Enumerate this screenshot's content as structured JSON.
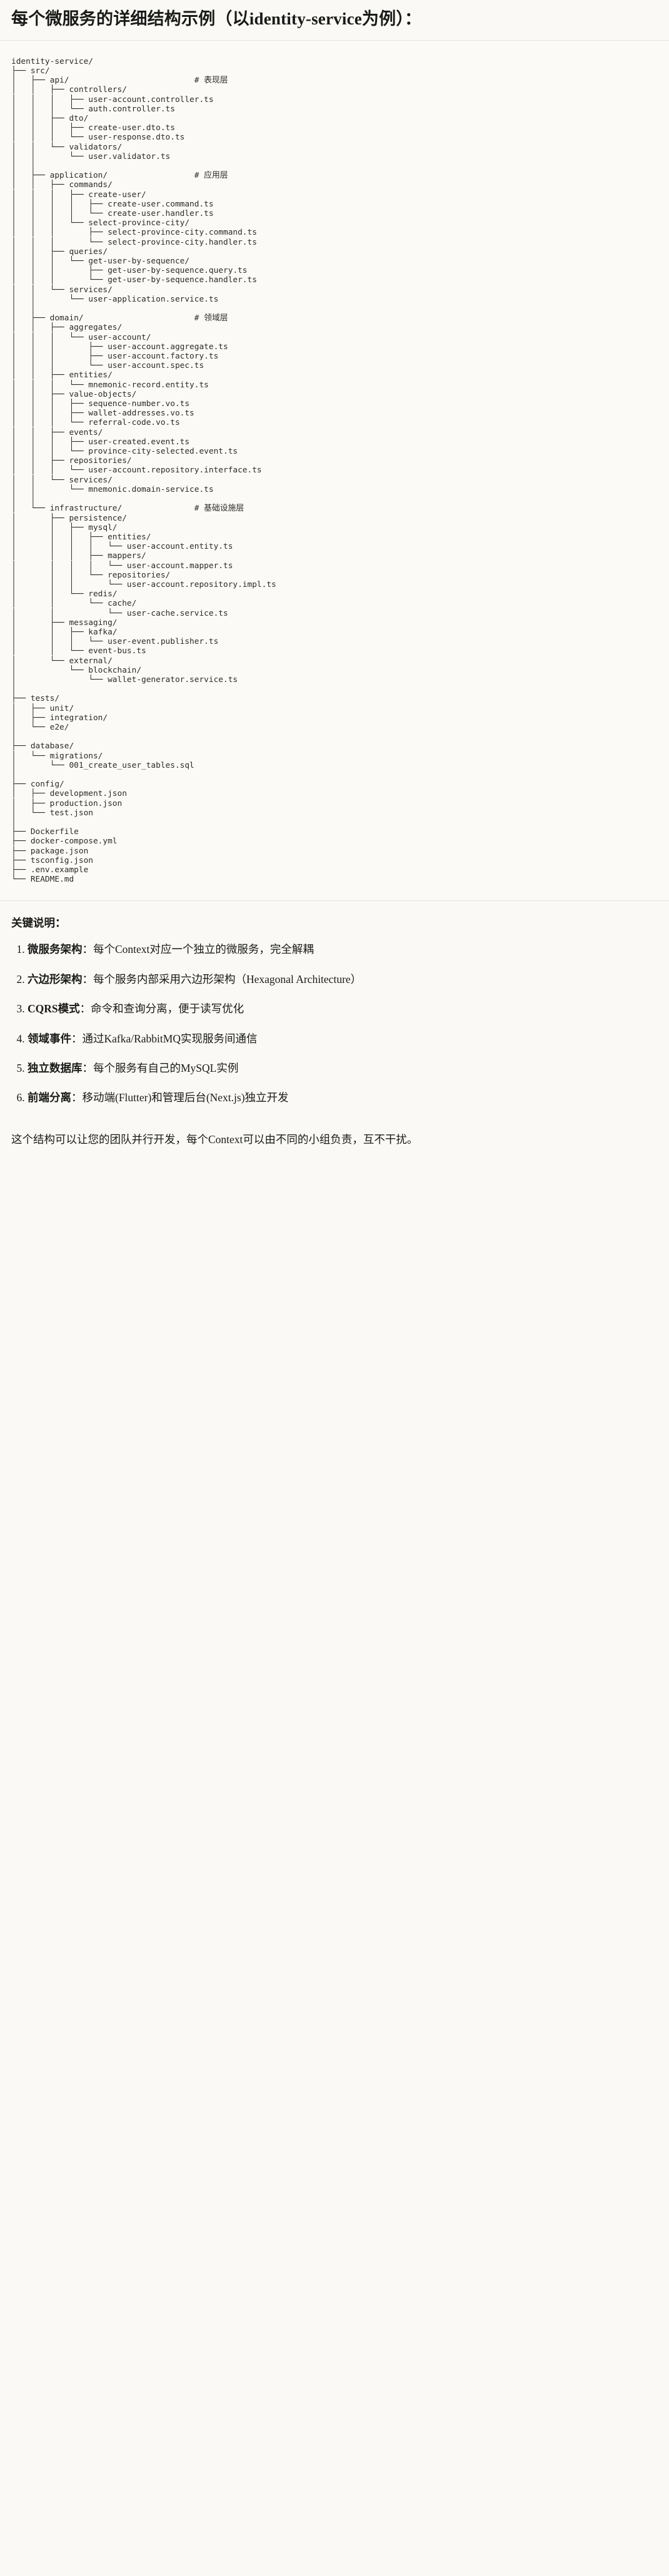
{
  "title": "每个微服务的详细结构示例（以identity-service为例）：",
  "tree": {
    "root": "identity-service/",
    "text": "identity-service/\n├── src/\n│   ├── api/                          # 表现层\n│   │   ├── controllers/\n│   │   │   ├── user-account.controller.ts\n│   │   │   └── auth.controller.ts\n│   │   ├── dto/\n│   │   │   ├── create-user.dto.ts\n│   │   │   └── user-response.dto.ts\n│   │   └── validators/\n│   │       └── user.validator.ts\n│   │\n│   ├── application/                  # 应用层\n│   │   ├── commands/\n│   │   │   ├── create-user/\n│   │   │   │   ├── create-user.command.ts\n│   │   │   │   └── create-user.handler.ts\n│   │   │   └── select-province-city/\n│   │   │       ├── select-province-city.command.ts\n│   │   │       └── select-province-city.handler.ts\n│   │   ├── queries/\n│   │   │   └── get-user-by-sequence/\n│   │   │       ├── get-user-by-sequence.query.ts\n│   │   │       └── get-user-by-sequence.handler.ts\n│   │   └── services/\n│   │       └── user-application.service.ts\n│   │\n│   ├── domain/                       # 领域层\n│   │   ├── aggregates/\n│   │   │   └── user-account/\n│   │   │       ├── user-account.aggregate.ts\n│   │   │       ├── user-account.factory.ts\n│   │   │       └── user-account.spec.ts\n│   │   ├── entities/\n│   │   │   └── mnemonic-record.entity.ts\n│   │   ├── value-objects/\n│   │   │   ├── sequence-number.vo.ts\n│   │   │   ├── wallet-addresses.vo.ts\n│   │   │   └── referral-code.vo.ts\n│   │   ├── events/\n│   │   │   ├── user-created.event.ts\n│   │   │   └── province-city-selected.event.ts\n│   │   ├── repositories/\n│   │   │   └── user-account.repository.interface.ts\n│   │   └── services/\n│   │       └── mnemonic.domain-service.ts\n│   │\n│   └── infrastructure/               # 基础设施层\n│       ├── persistence/\n│       │   ├── mysql/\n│       │   │   ├── entities/\n│       │   │   │   └── user-account.entity.ts\n│       │   │   ├── mappers/\n│       │   │   │   └── user-account.mapper.ts\n│       │   │   └── repositories/\n│       │   │       └── user-account.repository.impl.ts\n│       │   └── redis/\n│       │       └── cache/\n│       │           └── user-cache.service.ts\n│       ├── messaging/\n│       │   ├── kafka/\n│       │   │   └── user-event.publisher.ts\n│       │   └── event-bus.ts\n│       └── external/\n│           └── blockchain/\n│               └── wallet-generator.service.ts\n│\n├── tests/\n│   ├── unit/\n│   ├── integration/\n│   └── e2e/\n│\n├── database/\n│   └── migrations/\n│       └── 001_create_user_tables.sql\n│\n├── config/\n│   ├── development.json\n│   ├── production.json\n│   └── test.json\n│\n├── Dockerfile\n├── docker-compose.yml\n├── package.json\n├── tsconfig.json\n├── .env.example\n└── README.md",
    "layer_comments": [
      {
        "path": "api/",
        "comment": "# 表现层"
      },
      {
        "path": "application/",
        "comment": "# 应用层"
      },
      {
        "path": "domain/",
        "comment": "# 领域层"
      },
      {
        "path": "infrastructure/",
        "comment": "# 基础设施层"
      }
    ]
  },
  "notes": {
    "heading": "关键说明：",
    "items": [
      {
        "term": "微服务架构",
        "sep": "：",
        "desc": "每个Context对应一个独立的微服务，完全解耦"
      },
      {
        "term": "六边形架构",
        "sep": "：",
        "desc": "每个服务内部采用六边形架构（Hexagonal Architecture）"
      },
      {
        "term": "CQRS模式",
        "sep": "：",
        "desc": "命令和查询分离，便于读写优化"
      },
      {
        "term": "领域事件",
        "sep": "：",
        "desc": "通过Kafka/RabbitMQ实现服务间通信"
      },
      {
        "term": "独立数据库",
        "sep": "：",
        "desc": "每个服务有自己的MySQL实例"
      },
      {
        "term": "前端分离",
        "sep": "：",
        "desc": "移动端(Flutter)和管理后台(Next.js)独立开发"
      }
    ]
  },
  "closing": "这个结构可以让您的团队并行开发，每个Context可以由不同的小组负责，互不干扰。"
}
